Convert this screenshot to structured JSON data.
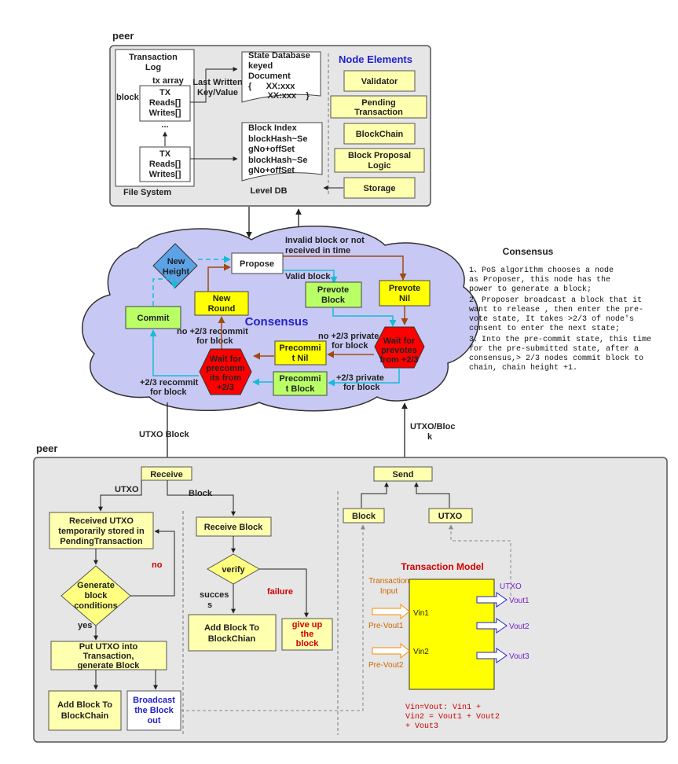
{
  "peer_top": {
    "title": "peer",
    "file_system": "File System",
    "tx_log_line1": "Transaction",
    "tx_log_line2": "Log",
    "tx_array": "tx array",
    "block": "block",
    "tx1": [
      "TX",
      "Reads[]",
      "Writes[]"
    ],
    "tx2": [
      "TX",
      "Reads[]",
      "Writes[]"
    ],
    "dots": "...",
    "last_written_line1": "Last Written",
    "last_written_line2": "Key/Value",
    "state_db": [
      "State Database",
      "keyed",
      "Document",
      "{      XX:xxx",
      "        XX:xxx    }"
    ],
    "block_index": [
      "Block Index",
      "blockHash~Se",
      "gNo+offSet",
      "blockHash~Se",
      "gNo+offSet"
    ],
    "level_db": "Level DB",
    "node_elements": {
      "title": "Node Elements",
      "validator": "Validator",
      "pending_line1": "Pending",
      "pending_line2": "Transaction",
      "blockchain": "BlockChain",
      "proposal_line1": "Block Proposal",
      "proposal_line2": "Logic",
      "storage": "Storage"
    }
  },
  "consensus_cloud": {
    "title": "Consensus",
    "invalid_line1": "Invalid block or not",
    "invalid_line2": "received in time",
    "new_height_line1": "New",
    "new_height_line2": "Height",
    "propose": "Propose",
    "valid_block": "Valid block",
    "prevote_block_line1": "Prevote",
    "prevote_block_line2": "Block",
    "prevote_nil_line1": "Prevote",
    "prevote_nil_line2": "Nil",
    "new_round_line1": "New",
    "new_round_line2": "Round",
    "commit": "Commit",
    "no_recommit_line1": "no +2/3 recommit",
    "no_recommit_line2": "for block",
    "precommit_nil_line1": "Precommi",
    "precommit_nil_line2": "t Nil",
    "no_private_line1": "no +2/3 private",
    "no_private_line2": "for block",
    "wait_prevotes": [
      "Wait for",
      "prevotes",
      "from +2/3"
    ],
    "wait_precommits": [
      "Wait for",
      "precomm",
      "its from",
      "+2/3"
    ],
    "precommit_block_line1": "Precommi",
    "precommit_block_line2": "t Block",
    "recommit_line1": "+2/3 recommit",
    "recommit_line2": "for block",
    "private_line1": "+2/3 private",
    "private_line2": "for block"
  },
  "consensus_note": {
    "title": "Consensus",
    "lines": [
      "1、PoS algorithm chooses a node",
      "as Proposer, this node has the",
      "power to generate a block;",
      "2、Proposer broadcast a block that it",
      "want to release , then enter the pre-",
      "vote state, It takes >2/3 of node's",
      "consent to enter the next state;",
      "3、Into the pre-commit state, this time",
      "for the pre-submitted state, after a",
      "consensus,> 2/3 nodes  commit block to",
      "chain, chain height +1."
    ]
  },
  "links": {
    "utxo_block": "UTXO Block",
    "utxo_bloc_line1": "UTXO/Bloc",
    "utxo_bloc_line2": "k"
  },
  "peer_bottom": {
    "title": "peer",
    "receive": "Receive",
    "utxo_label": "UTXO",
    "block_label": "Block",
    "received_utxo": [
      "Received UTXO",
      "temporarily stored in",
      "PendingTransaction"
    ],
    "no": "no",
    "generate": [
      "Generate",
      "block",
      "conditions"
    ],
    "yes": "yes",
    "put_utxo": [
      "Put UTXO into",
      "Transaction,",
      "generate Block"
    ],
    "add_block_line1": "Add Block To",
    "add_block_line2": "BlockChain",
    "broadcast": [
      "Broadcast",
      "the Block",
      "out"
    ],
    "receive_block": "Receive Block",
    "verify": "verify",
    "success_line1": "succes",
    "success_line2": "s",
    "failure": "failure",
    "add_block_chian_line1": "Add Block To",
    "add_block_chian_line2": "BlockChian",
    "give_up": [
      "give up",
      "the",
      "block"
    ],
    "send": "Send",
    "block_box": "Block",
    "utxo_box": "UTXO"
  },
  "transaction_model": {
    "title": "Transaction Model",
    "transaction_input_line1": "Transaction",
    "transaction_input_line2": "Input",
    "utxo_out": "UTXO",
    "vin1": "Vin1",
    "vin2": "Vin2",
    "pre_vout1": "Pre-Vout1",
    "pre_vout2": "Pre-Vout2",
    "vout1": "Vout1",
    "vout2": "Vout2",
    "vout3": "Vout3",
    "formula": [
      "Vin=Vout: Vin1 +",
      "Vin2 = Vout1 + Vout2",
      "+ Vout3"
    ]
  },
  "colors": {
    "panel_bg": "#e6e6e6",
    "cloud": "#c8c8f4",
    "yellow_box": "#ffffb0",
    "bright_yellow": "#ffff00",
    "green_box": "#b9ff66",
    "red_hex": "#ff0000",
    "diamond_blue": "#5ba3e6",
    "brown_arrow": "#a04a12",
    "cyan_arrow": "#16bcd6",
    "title_blue": "#2222cc",
    "title_red": "#d00000",
    "orange": "#cc6600",
    "purple": "#7722cc"
  }
}
